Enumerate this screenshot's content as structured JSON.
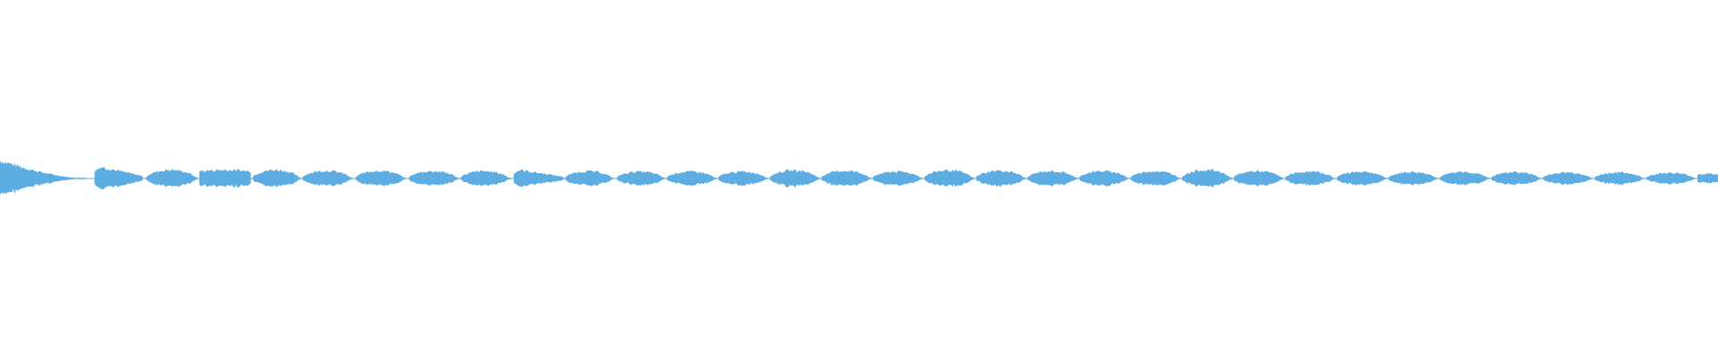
{
  "waveform": {
    "color": "#5dade2",
    "baseline": "center",
    "segments": [
      {
        "start": 0.0,
        "end": 0.05,
        "peak": 0.85,
        "shape": "decay"
      },
      {
        "start": 0.055,
        "end": 0.083,
        "peak": 0.55,
        "shape": "attack"
      },
      {
        "start": 0.085,
        "end": 0.115,
        "peak": 0.4,
        "shape": "swell"
      },
      {
        "start": 0.116,
        "end": 0.146,
        "peak": 0.4,
        "shape": "flat"
      },
      {
        "start": 0.147,
        "end": 0.175,
        "peak": 0.4,
        "shape": "swell"
      },
      {
        "start": 0.176,
        "end": 0.205,
        "peak": 0.36,
        "shape": "swell"
      },
      {
        "start": 0.207,
        "end": 0.236,
        "peak": 0.36,
        "shape": "swell"
      },
      {
        "start": 0.238,
        "end": 0.267,
        "peak": 0.34,
        "shape": "swell"
      },
      {
        "start": 0.268,
        "end": 0.297,
        "peak": 0.34,
        "shape": "swell"
      },
      {
        "start": 0.299,
        "end": 0.328,
        "peak": 0.4,
        "shape": "attack"
      },
      {
        "start": 0.329,
        "end": 0.357,
        "peak": 0.34,
        "shape": "swell"
      },
      {
        "start": 0.359,
        "end": 0.387,
        "peak": 0.32,
        "shape": "swell"
      },
      {
        "start": 0.388,
        "end": 0.417,
        "peak": 0.32,
        "shape": "swell"
      },
      {
        "start": 0.418,
        "end": 0.447,
        "peak": 0.32,
        "shape": "swell"
      },
      {
        "start": 0.448,
        "end": 0.477,
        "peak": 0.38,
        "shape": "swell"
      },
      {
        "start": 0.478,
        "end": 0.507,
        "peak": 0.36,
        "shape": "swell"
      },
      {
        "start": 0.508,
        "end": 0.537,
        "peak": 0.32,
        "shape": "swell"
      },
      {
        "start": 0.538,
        "end": 0.567,
        "peak": 0.38,
        "shape": "swell"
      },
      {
        "start": 0.568,
        "end": 0.597,
        "peak": 0.36,
        "shape": "swell"
      },
      {
        "start": 0.598,
        "end": 0.627,
        "peak": 0.34,
        "shape": "swell"
      },
      {
        "start": 0.628,
        "end": 0.657,
        "peak": 0.34,
        "shape": "swell"
      },
      {
        "start": 0.658,
        "end": 0.687,
        "peak": 0.34,
        "shape": "swell"
      },
      {
        "start": 0.688,
        "end": 0.717,
        "peak": 0.4,
        "shape": "swell"
      },
      {
        "start": 0.718,
        "end": 0.747,
        "peak": 0.34,
        "shape": "swell"
      },
      {
        "start": 0.748,
        "end": 0.777,
        "peak": 0.32,
        "shape": "swell"
      },
      {
        "start": 0.778,
        "end": 0.807,
        "peak": 0.32,
        "shape": "swell"
      },
      {
        "start": 0.808,
        "end": 0.837,
        "peak": 0.3,
        "shape": "swell"
      },
      {
        "start": 0.838,
        "end": 0.867,
        "peak": 0.3,
        "shape": "swell"
      },
      {
        "start": 0.868,
        "end": 0.897,
        "peak": 0.3,
        "shape": "swell"
      },
      {
        "start": 0.898,
        "end": 0.927,
        "peak": 0.28,
        "shape": "swell"
      },
      {
        "start": 0.928,
        "end": 0.957,
        "peak": 0.28,
        "shape": "swell"
      },
      {
        "start": 0.958,
        "end": 0.987,
        "peak": 0.26,
        "shape": "swell"
      },
      {
        "start": 0.988,
        "end": 1.0,
        "peak": 0.22,
        "shape": "flat"
      }
    ]
  }
}
